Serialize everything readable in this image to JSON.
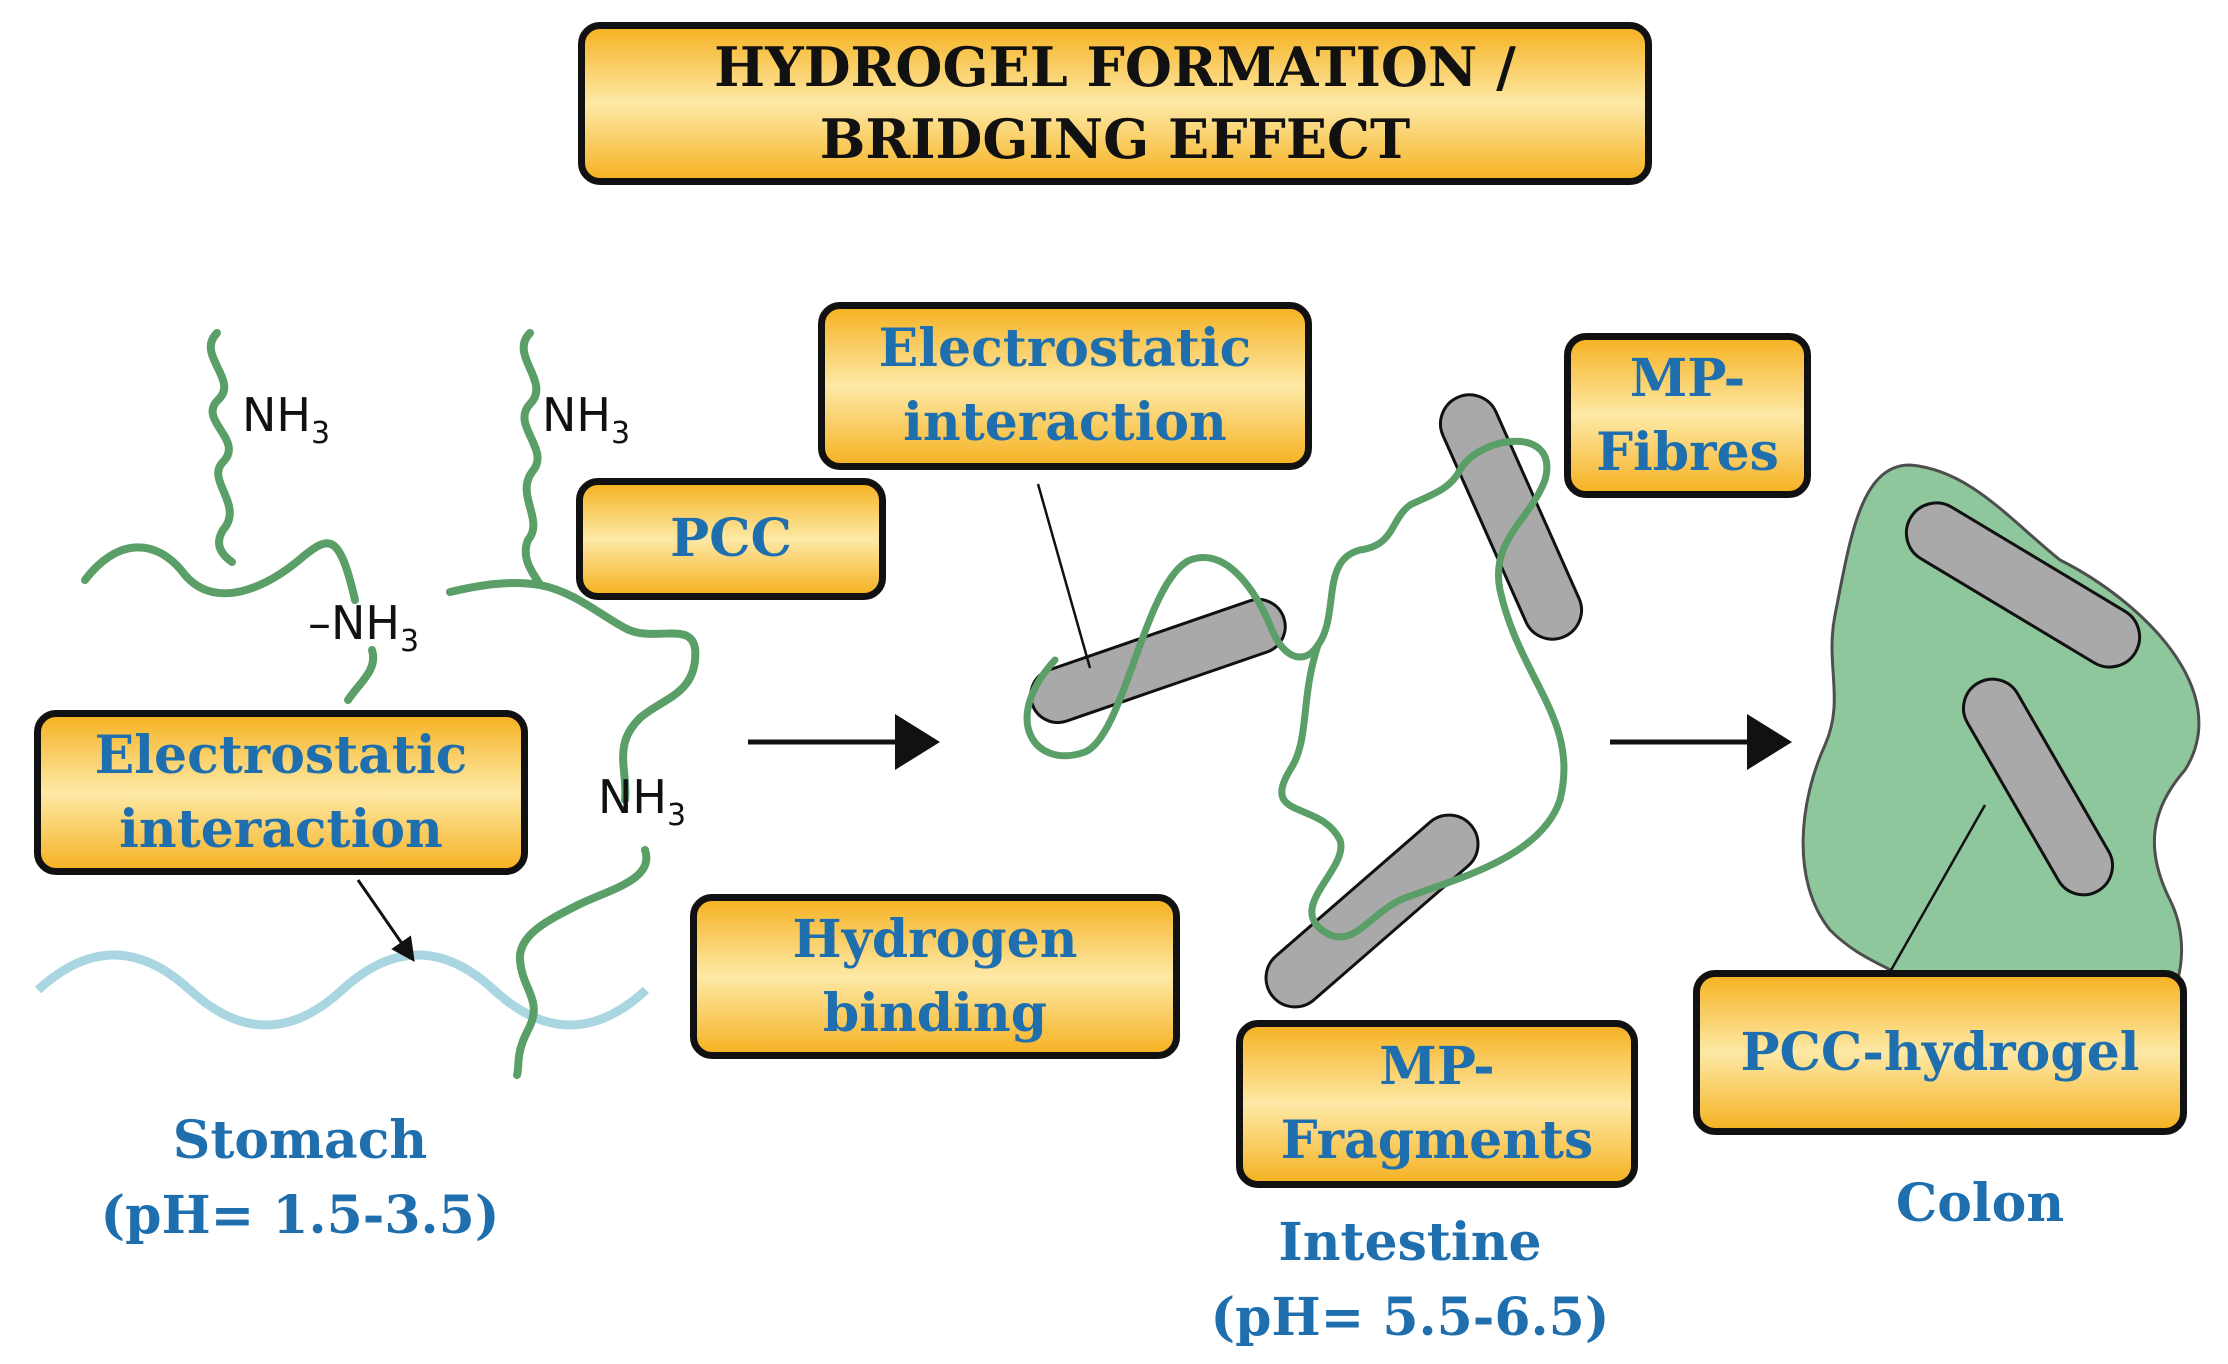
{
  "title": {
    "line1": "HYDROGEL FORMATION /",
    "line2": "BRIDGING EFFECT"
  },
  "labels": {
    "electrostatic_left": "Electrostatic\ninteraction",
    "pcc": "PCC",
    "electrostatic_center": "Electrostatic\ninteraction",
    "mp_fibres": "MP-\nFibres",
    "hydrogen_binding": "Hydrogen\nbinding",
    "mp_fragments": "MP-\nFragments",
    "pcc_hydrogel": "PCC-hydrogel"
  },
  "regions": {
    "stomach": {
      "name": "Stomach",
      "ph": "(pH= 1.5-3.5)"
    },
    "intestine": {
      "name": "Intestine",
      "ph": "(pH= 5.5-6.5)"
    },
    "colon": {
      "name": "Colon"
    }
  },
  "chem": {
    "group": "NH",
    "subscript": "3",
    "bond_prefix": "–"
  },
  "colors": {
    "chain": "#5a9e68",
    "mucus_wave": "#a9d6e1",
    "particle": "#a9a9a9",
    "hydrogel": "#8fc79d",
    "label_text": "#1f6fae",
    "label_fill": "#f6b325",
    "border": "#111111"
  }
}
